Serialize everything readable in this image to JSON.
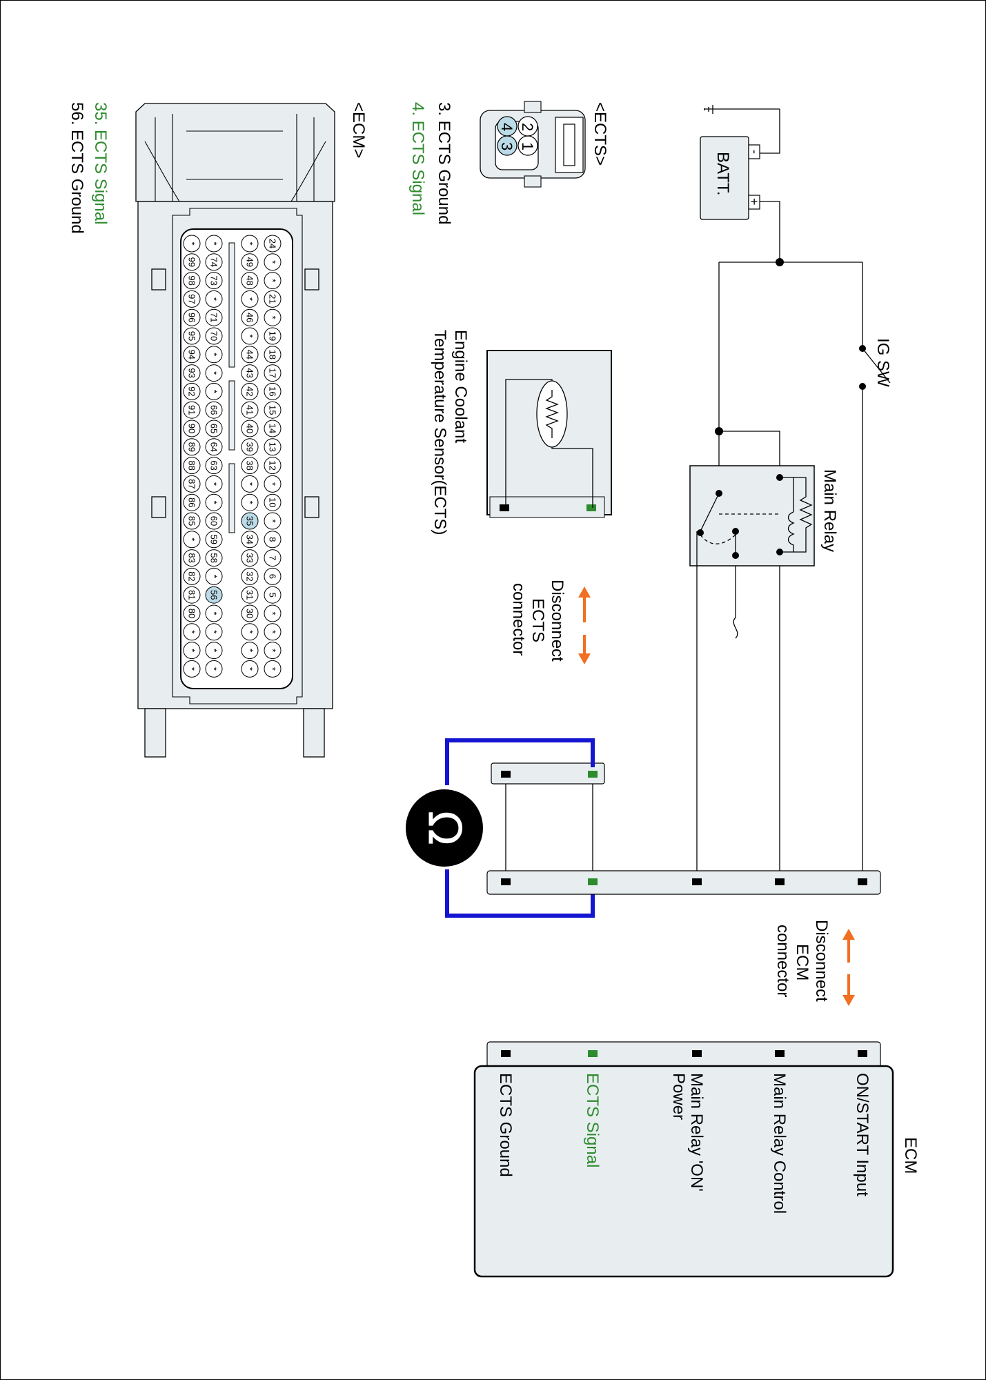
{
  "ecm_box": {
    "title": "ECM",
    "labels": [
      "ON/START Input",
      "Main Relay Control",
      "Main Relay 'ON'",
      "Power",
      "ECTS Signal",
      "ECTS Ground"
    ]
  },
  "components": {
    "batt": "BATT.",
    "batt_plus": "+",
    "batt_minus": "-",
    "ig_sw": "IG SW",
    "main_relay": "Main Relay",
    "sensor_line1": "Engine Coolant",
    "sensor_line2": "Temperature Sensor(ECTS)"
  },
  "disconnect_ects": [
    "Disconnect",
    "ECTS",
    "connector"
  ],
  "disconnect_ecm": [
    "Disconnect",
    "ECM",
    "connector"
  ],
  "ects_connector": {
    "title": "<ECTS>",
    "pins": [
      "1",
      "2",
      "3",
      "4"
    ],
    "legend": [
      "3. ECTS Ground",
      "4. ECTS Signal"
    ]
  },
  "ecm_connector": {
    "title": "<ECM>",
    "legend": [
      "35. ECTS Signal",
      "56. ECTS Ground"
    ],
    "rows": [
      [
        "24",
        "*",
        "*",
        "21",
        "*",
        "19",
        "18",
        "17",
        "16",
        "15",
        "14",
        "13",
        "12",
        "*",
        "10",
        "*",
        "8",
        "7",
        "6",
        "5",
        "*",
        "*",
        "*",
        "*"
      ],
      [
        "*",
        "49",
        "48",
        "*",
        "46",
        "*",
        "44",
        "43",
        "42",
        "41",
        "40",
        "39",
        "38",
        "*",
        "*",
        "35",
        "34",
        "33",
        "32",
        "31",
        "30",
        "*",
        "*",
        "*"
      ],
      [
        "*",
        "74",
        "73",
        "*",
        "71",
        "70",
        "*",
        "*",
        "*",
        "66",
        "65",
        "64",
        "63",
        "*",
        "*",
        "60",
        "59",
        "58",
        "*",
        "56",
        "*",
        "*",
        "*",
        "*"
      ],
      [
        "*",
        "99",
        "98",
        "97",
        "96",
        "95",
        "94",
        "93",
        "92",
        "91",
        "90",
        "89",
        "88",
        "87",
        "86",
        "85",
        "*",
        "83",
        "82",
        "81",
        "80",
        "*",
        "*",
        "*"
      ]
    ],
    "highlight": [
      "35",
      "56"
    ]
  },
  "colors": {
    "signal_green": "#2e8b2e",
    "arrow_orange": "#f26f21",
    "meter_wire_blue": "#1414d2",
    "pin_highlight": "#bcdbe8",
    "panel_fill": "#e8eef0"
  }
}
